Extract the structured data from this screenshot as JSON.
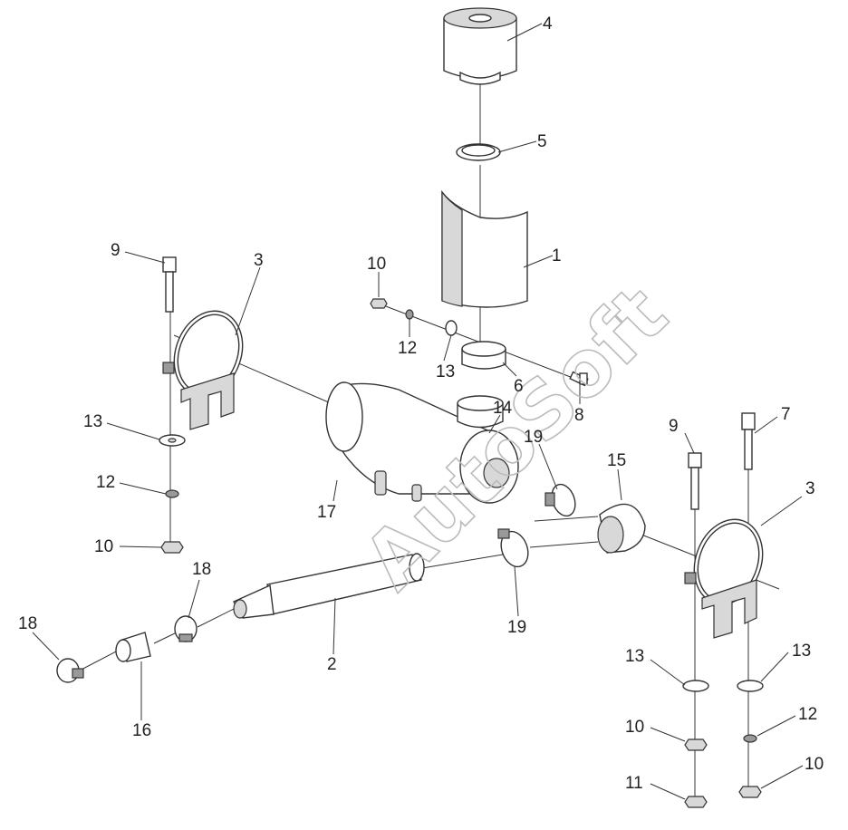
{
  "watermark": "AutoSoft",
  "callouts": [
    {
      "id": "c1",
      "text": "1"
    },
    {
      "id": "c2",
      "text": "2"
    },
    {
      "id": "c3a",
      "text": "3"
    },
    {
      "id": "c3b",
      "text": "3"
    },
    {
      "id": "c4",
      "text": "4"
    },
    {
      "id": "c5",
      "text": "5"
    },
    {
      "id": "c6",
      "text": "6"
    },
    {
      "id": "c7",
      "text": "7"
    },
    {
      "id": "c8",
      "text": "8"
    },
    {
      "id": "c9a",
      "text": "9"
    },
    {
      "id": "c9b",
      "text": "9"
    },
    {
      "id": "c10a",
      "text": "10"
    },
    {
      "id": "c10b",
      "text": "10"
    },
    {
      "id": "c10c",
      "text": "10"
    },
    {
      "id": "c10d",
      "text": "10"
    },
    {
      "id": "c11",
      "text": "11"
    },
    {
      "id": "c12a",
      "text": "12"
    },
    {
      "id": "c12b",
      "text": "12"
    },
    {
      "id": "c12c",
      "text": "12"
    },
    {
      "id": "c13a",
      "text": "13"
    },
    {
      "id": "c13b",
      "text": "13"
    },
    {
      "id": "c13c",
      "text": "13"
    },
    {
      "id": "c13d",
      "text": "13"
    },
    {
      "id": "c14",
      "text": "14"
    },
    {
      "id": "c15",
      "text": "15"
    },
    {
      "id": "c16",
      "text": "16"
    },
    {
      "id": "c17",
      "text": "17"
    },
    {
      "id": "c18a",
      "text": "18"
    },
    {
      "id": "c18b",
      "text": "18"
    },
    {
      "id": "c19a",
      "text": "19"
    },
    {
      "id": "c19b",
      "text": "19"
    }
  ]
}
